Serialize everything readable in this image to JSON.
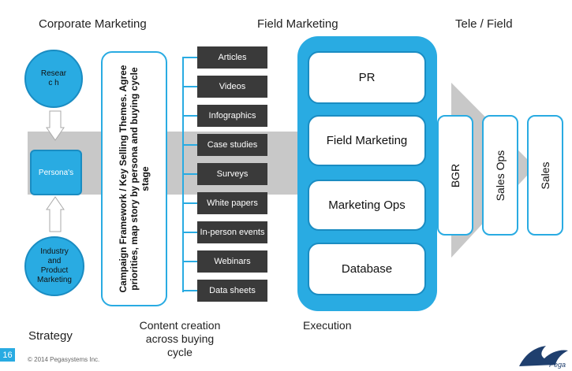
{
  "headings": {
    "corporate": "Corporate Marketing",
    "field": "Field Marketing",
    "tele_field": "Tele / Field"
  },
  "strategy": {
    "research": "Researc h",
    "personas": "Persona's",
    "industry": "Industry and Product Marketing",
    "caption": "Strategy"
  },
  "framework": {
    "text": "Campaign Framework / Key Selling Themes. Agree priorities, map story by persona and buying cycle stage"
  },
  "content": {
    "items": [
      "Articles",
      "Videos",
      "Infographics",
      "Case studies",
      "Surveys",
      "White papers",
      "In-person events",
      "Webinars",
      "Data sheets"
    ],
    "caption": "Content creation across buying cycle"
  },
  "execution": {
    "boxes": [
      "PR",
      "Field Marketing",
      "Marketing Ops",
      "Database"
    ],
    "caption": "Execution"
  },
  "tele": {
    "boxes": [
      "BGR",
      "Sales Ops",
      "Sales"
    ]
  },
  "footer": {
    "slide_number": "16",
    "copyright": "© 2014 Pegasystems Inc.",
    "logo_text": "Pega"
  },
  "colors": {
    "accent": "#29abe2",
    "dark_item": "#3a3a3a",
    "band": "#c8c8c8"
  }
}
